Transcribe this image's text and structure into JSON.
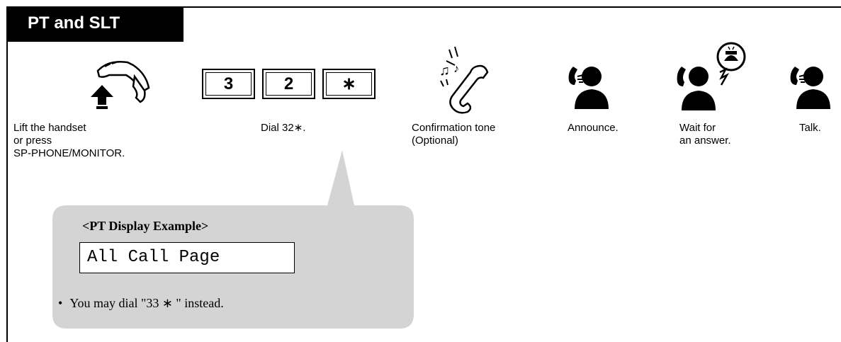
{
  "header": {
    "title": "PT and SLT"
  },
  "steps": [
    {
      "caption": "Lift the handset\nor press\nSP-PHONE/MONITOR.",
      "icon": "lift-handset-icon"
    },
    {
      "caption": "Dial 32∗.",
      "icon": "dial-keys"
    },
    {
      "caption": "Confirmation tone\n(Optional)",
      "icon": "ringing-handset-icon"
    },
    {
      "caption": "Announce.",
      "icon": "speaking-person-icon"
    },
    {
      "caption": "Wait for\nan answer.",
      "icon": "waiting-person-icon"
    },
    {
      "caption": "Talk.",
      "icon": "talking-person-icon"
    }
  ],
  "keys": [
    "3",
    "2",
    "∗"
  ],
  "display_example": {
    "title": "<PT Display Example>",
    "screen_text": "All Call Page",
    "note_bullet": "•",
    "note": "You may dial \"33 ∗ \" instead."
  },
  "colors": {
    "ink": "#000000",
    "callout_bg": "#d4d4d4",
    "background": "#ffffff"
  }
}
